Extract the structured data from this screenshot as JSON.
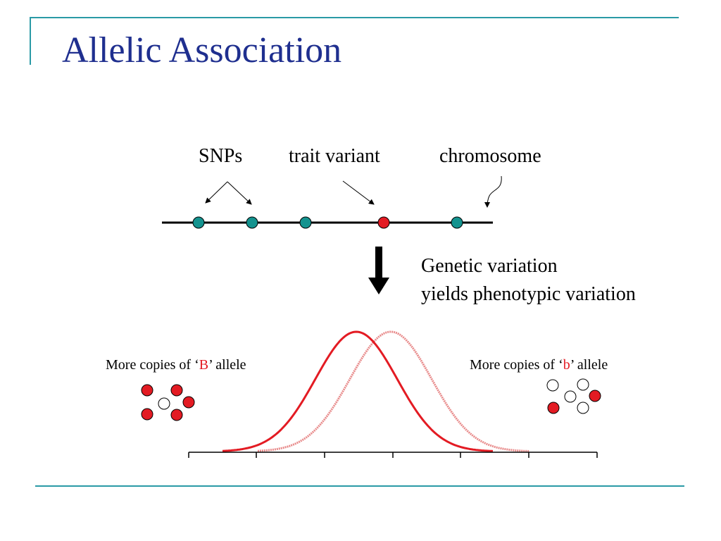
{
  "title": "Allelic Association",
  "labels": {
    "snps": "SNPs",
    "trait_variant": "trait variant",
    "chromosome": "chromosome",
    "genetic_line1": "Genetic variation",
    "genetic_line2": "yields phenotypic variation"
  },
  "left_caption": {
    "prefix": "More copies of ‘",
    "allele": "B",
    "suffix": "’ allele"
  },
  "right_caption": {
    "prefix": "More copies of ‘",
    "allele": "b",
    "suffix": "’ allele"
  },
  "colors": {
    "accent": "#2a9aa6",
    "title": "#1f2f8f",
    "snp": "#14938f",
    "variant": "#e31b23",
    "curve": "#e31b23"
  }
}
